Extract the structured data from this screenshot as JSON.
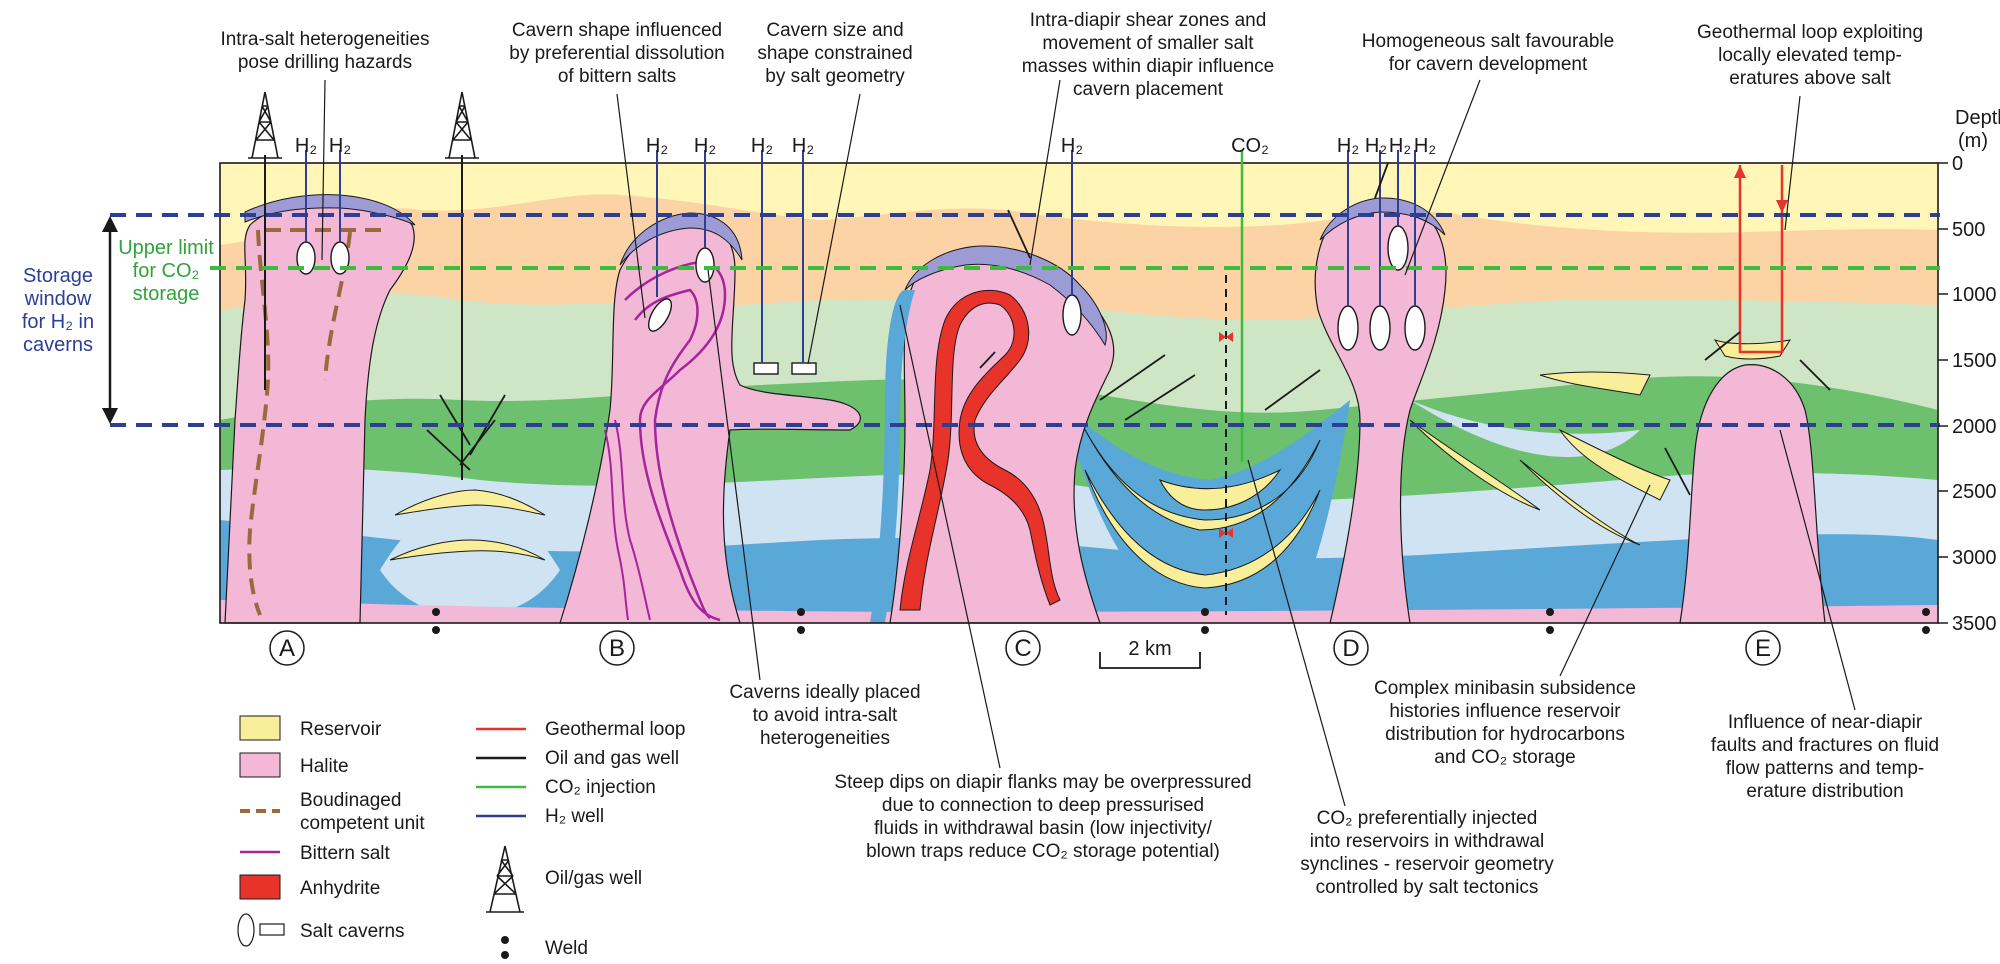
{
  "depth_axis": {
    "title": "Depth",
    "unit": "(m)",
    "ticks": [
      "0",
      "500",
      "1000",
      "1500",
      "2000",
      "2500",
      "3000",
      "3500"
    ]
  },
  "storage_window": {
    "line1": "Storage",
    "line2": "window",
    "line3": "for H₂ in",
    "line4": "caverns"
  },
  "co2_limit": {
    "line1": "Upper limit",
    "line2": "for CO₂",
    "line3": "storage"
  },
  "structures": [
    "A",
    "B",
    "C",
    "D",
    "E"
  ],
  "scale_bar": "2 km",
  "wells": {
    "h2": "H₂",
    "co2": "CO₂"
  },
  "callouts": {
    "a_top": [
      "Intra-salt heterogeneities",
      "pose drilling hazards"
    ],
    "b_top": [
      "Cavern shape influenced",
      "by preferential dissolution",
      "of bittern salts"
    ],
    "b_top2": [
      "Cavern size and",
      "shape constrained",
      "by salt geometry"
    ],
    "c_top": [
      "Intra-diapir shear zones and",
      "movement of smaller salt",
      "masses within diapir influence",
      "cavern placement"
    ],
    "d_top": [
      "Homogeneous salt favourable",
      "for cavern development"
    ],
    "e_top": [
      "Geothermal loop exploiting",
      "locally elevated temp-",
      "eratures above salt"
    ],
    "b_bottom": [
      "Caverns ideally placed",
      "to avoid intra-salt",
      "heterogeneities"
    ],
    "c_bottom": [
      "Steep dips on diapir flanks may be overpressured",
      "due to connection to deep pressurised",
      "fluids in withdrawal basin (low injectivity/",
      "blown traps reduce CO₂ storage potential)"
    ],
    "co2_bottom": [
      "CO₂ preferentially injected",
      "into reservoirs in withdrawal",
      "synclines - reservoir geometry",
      "controlled by salt tectonics"
    ],
    "d_bottom": [
      "Complex minibasin subsidence",
      "histories influence reservoir",
      "distribution for hydrocarbons",
      "and CO₂ storage"
    ],
    "e_bottom": [
      "Influence of near-diapir",
      "faults and fractures on fluid",
      "flow patterns and temp-",
      "erature distribution"
    ]
  },
  "legend": {
    "reservoir": "Reservoir",
    "halite": "Halite",
    "boudinaged": [
      "Boudinaged",
      "competent unit"
    ],
    "bittern": "Bittern salt",
    "anhydrite": "Anhydrite",
    "caverns": "Salt caverns",
    "geothermal": "Geothermal loop",
    "oil_gas_well": "Oil and gas well",
    "co2_injection": "CO₂ injection",
    "h2_well": "H₂ well",
    "oil_gas_rig": "Oil/gas well",
    "weld": "Weld"
  },
  "colors": {
    "reservoir": "#f9ef9a",
    "halite": "#f2b8d6",
    "overburden_top": "#fff6b8",
    "overburden_orange": "#fbd3a5",
    "pale_green": "#cfe6c6",
    "green": "#6cc06e",
    "pale_blue": "#cfe3f3",
    "blue": "#5aa8d8",
    "cap_purple": "#9d9bd6",
    "anhydrite": "#e8332a",
    "bittern": "#a6249c",
    "boudin": "#9b6a3c",
    "dash_blue": "#2d3e95",
    "dash_green": "#3dbb3f",
    "h2_well": "#2d3e95",
    "co2_well": "#3dbb3f",
    "geothermal": "#e8332a"
  }
}
